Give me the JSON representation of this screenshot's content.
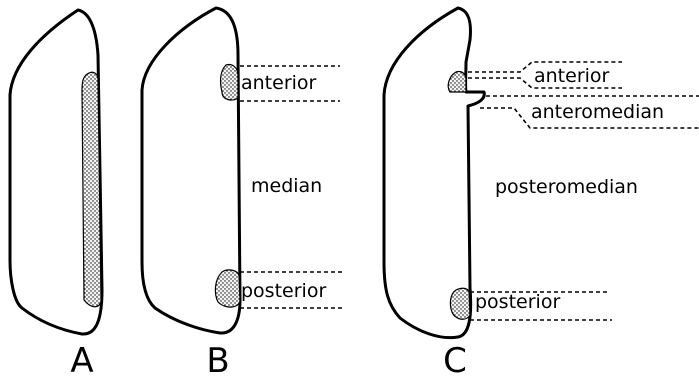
{
  "panels": [
    {
      "letter": "A"
    },
    {
      "letter": "B",
      "labels": {
        "anterior": "anterior",
        "median": "median",
        "posterior": "posterior"
      }
    },
    {
      "letter": "C",
      "labels": {
        "anterior": "anterior",
        "anteromedian": "anteromedian",
        "posteromedian": "posteromedian",
        "posterior": "posterior"
      }
    }
  ],
  "colors": {
    "ink": "#000000",
    "background": "#ffffff"
  }
}
